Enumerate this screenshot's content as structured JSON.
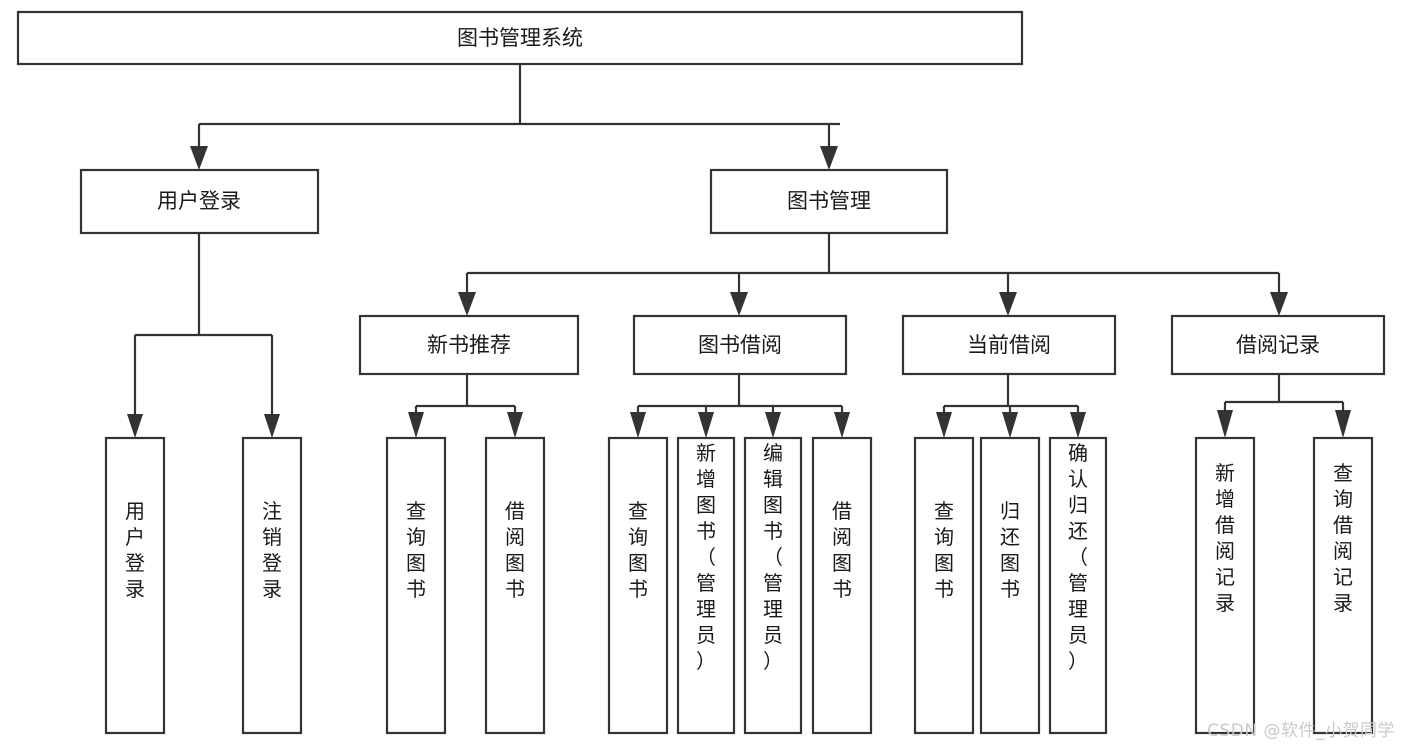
{
  "diagram": {
    "title": "图书管理系统",
    "type": "tree-hierarchy",
    "root": {
      "id": "root",
      "label": "图书管理系统",
      "orientation": "horizontal"
    },
    "level2": [
      {
        "id": "user-login",
        "label": "用户登录",
        "orientation": "horizontal"
      },
      {
        "id": "book-management",
        "label": "图书管理",
        "orientation": "horizontal"
      }
    ],
    "level3": [
      {
        "id": "new-book-recommend",
        "label": "新书推荐",
        "parent": "book-management",
        "orientation": "horizontal"
      },
      {
        "id": "book-borrow",
        "label": "图书借阅",
        "parent": "book-management",
        "orientation": "horizontal"
      },
      {
        "id": "current-borrow",
        "label": "当前借阅",
        "parent": "book-management",
        "orientation": "horizontal"
      },
      {
        "id": "borrow-record",
        "label": "借阅记录",
        "parent": "book-management",
        "orientation": "horizontal"
      }
    ],
    "leaves": [
      {
        "id": "leaf-user-login",
        "label": "用户登录",
        "parent": "user-login",
        "orientation": "vertical"
      },
      {
        "id": "leaf-logout-login",
        "label": "注销登录",
        "parent": "user-login",
        "orientation": "vertical"
      },
      {
        "id": "leaf-query-book-1",
        "label": "查询图书",
        "parent": "new-book-recommend",
        "orientation": "vertical"
      },
      {
        "id": "leaf-borrow-book-1",
        "label": "借阅图书",
        "parent": "new-book-recommend",
        "orientation": "vertical"
      },
      {
        "id": "leaf-query-book-2",
        "label": "查询图书",
        "parent": "book-borrow",
        "orientation": "vertical"
      },
      {
        "id": "leaf-add-book",
        "label": "新增图书（管理员）",
        "parent": "book-borrow",
        "orientation": "vertical"
      },
      {
        "id": "leaf-edit-book",
        "label": "编辑图书（管理员）",
        "parent": "book-borrow",
        "orientation": "vertical"
      },
      {
        "id": "leaf-borrow-book-2",
        "label": "借阅图书",
        "parent": "book-borrow",
        "orientation": "vertical"
      },
      {
        "id": "leaf-query-book-3",
        "label": "查询图书",
        "parent": "current-borrow",
        "orientation": "vertical"
      },
      {
        "id": "leaf-return-book",
        "label": "归还图书",
        "parent": "current-borrow",
        "orientation": "vertical"
      },
      {
        "id": "leaf-confirm-return",
        "label": "确认归还（管理员）",
        "parent": "current-borrow",
        "orientation": "vertical"
      },
      {
        "id": "leaf-add-record",
        "label": "新增借阅记录",
        "parent": "borrow-record",
        "orientation": "vertical"
      },
      {
        "id": "leaf-query-record",
        "label": "查询借阅记录",
        "parent": "borrow-record",
        "orientation": "vertical"
      }
    ]
  },
  "watermark": {
    "text": "CSDN @软件_小贺同学"
  },
  "colors": {
    "background": "#ffffff",
    "box_fill": "#ffffff",
    "box_stroke": "#333333",
    "text": "#1a1a1a",
    "watermark": "#c9c9c9"
  }
}
